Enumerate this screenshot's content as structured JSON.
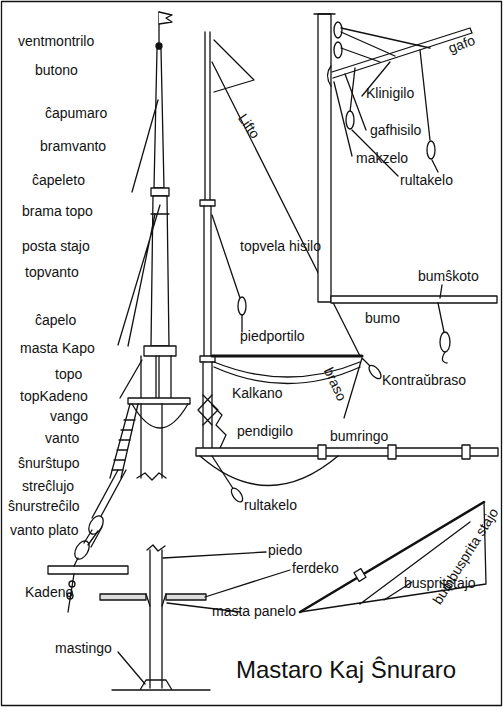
{
  "diagram": {
    "title": "Mastaro Kaj Ŝnuraro",
    "labels": [
      "ventmontrilo",
      "butono",
      "ĉapumaro",
      "bramvanto",
      "ĉapeleto",
      "brama topo",
      "posta stajo",
      "topvanto",
      "ĉapelo",
      "masta Kapo",
      "topo",
      "topKadeno",
      "vango",
      "vanto",
      "ŝnurŝtupo",
      "streĉlujo",
      "ŝnurstreĉilo",
      "vanto plato",
      "Kadeno",
      "mastingo",
      "Lifto",
      "topvela hisilo",
      "piedportilo",
      "Kalkano",
      "braso",
      "Kontraŭbraso",
      "pendigilo",
      "bumringo",
      "rultakelo",
      "gafo",
      "Klinigilo",
      "gafhisilo",
      "makzelo",
      "rultakelo",
      "bumŝkoto",
      "bumo",
      "piedo",
      "ferdeko",
      "masta panelo",
      "bumbusprita stajo",
      "buspritstajo"
    ]
  }
}
